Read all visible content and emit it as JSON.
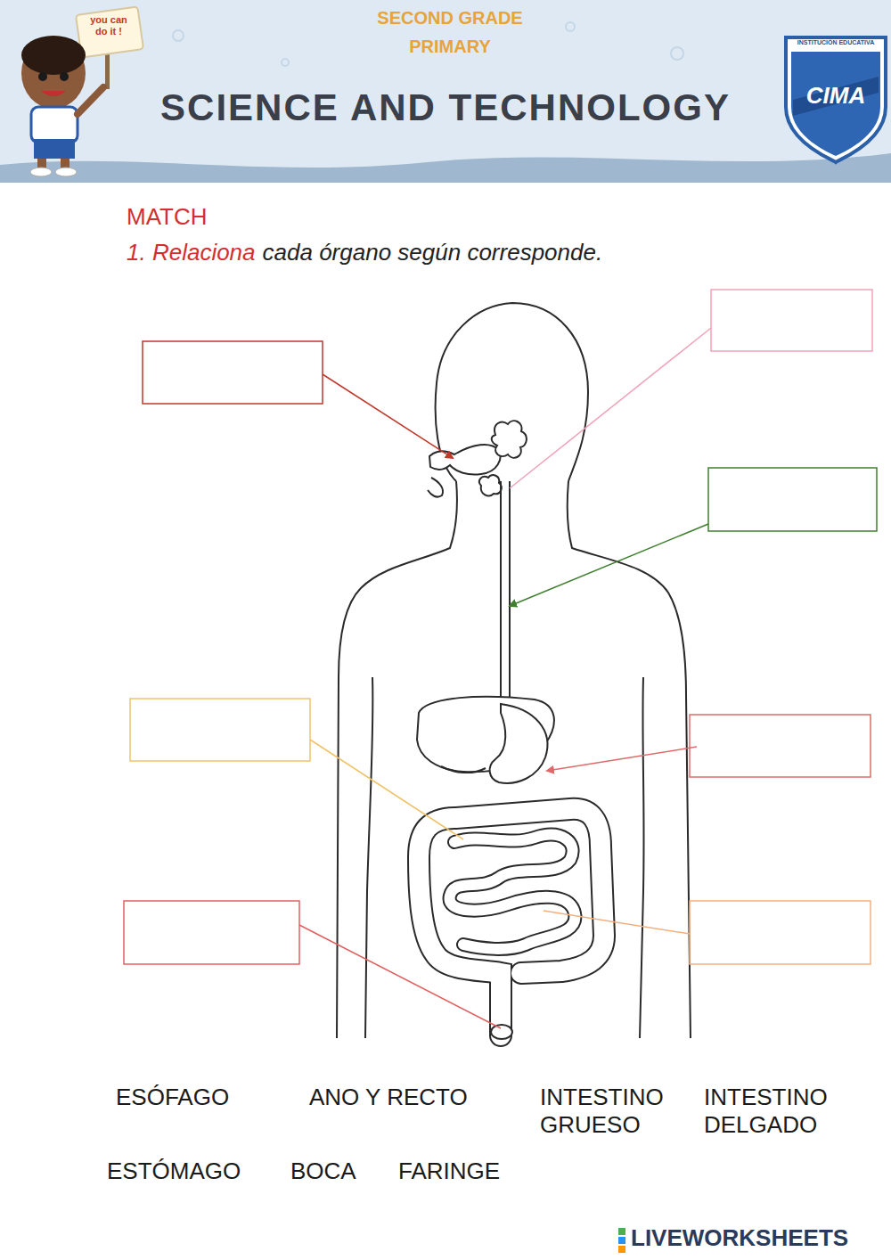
{
  "diagram": {
    "title": "SCIENCE AND TECHNOLOGY",
    "labels": [
      "you can do it !",
      "SECOND GRADE",
      "PRIMARY",
      "INSTITUCIÓN EDUCATIVA",
      "CIMA",
      "MATCH",
      "1. Relaciona",
      "cada órgano según corresponde.",
      "ESÓFAGO",
      "ANO Y RECTO",
      "INTESTINO GRUESO",
      "INTESTINO DELGADO",
      "ESTÓMAGO",
      "BOCA",
      "FARINGE",
      "LIVEWORKSHEETS"
    ]
  }
}
